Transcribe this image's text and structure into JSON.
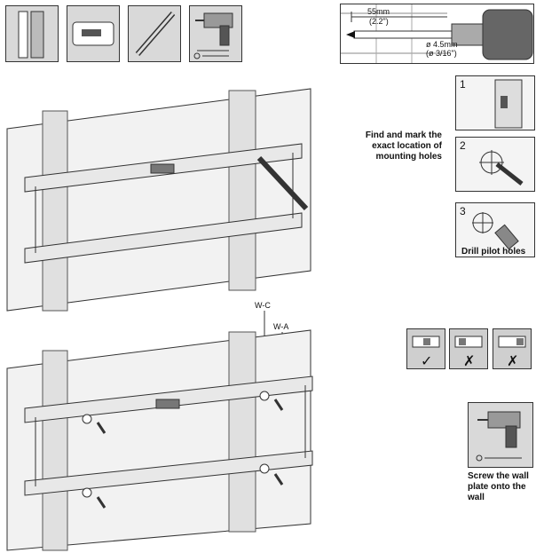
{
  "drill_detail": {
    "depth_mm": "55mm",
    "depth_in": "(2.2\")",
    "diameter_mm": "ø 4.5mm",
    "diameter_in": "(ø 3/16\")"
  },
  "mark_step": {
    "instruction": "Find and mark the exact location of mounting holes",
    "steps": [
      "1",
      "2",
      "3"
    ],
    "drill_label": "Drill pilot holes"
  },
  "install_step": {
    "label_wc": "W-C",
    "label_wa": "W-A",
    "screw_label": "Screw the wall plate onto the wall"
  },
  "level_check": {
    "marks": [
      "✓",
      "✗",
      "✗"
    ]
  }
}
